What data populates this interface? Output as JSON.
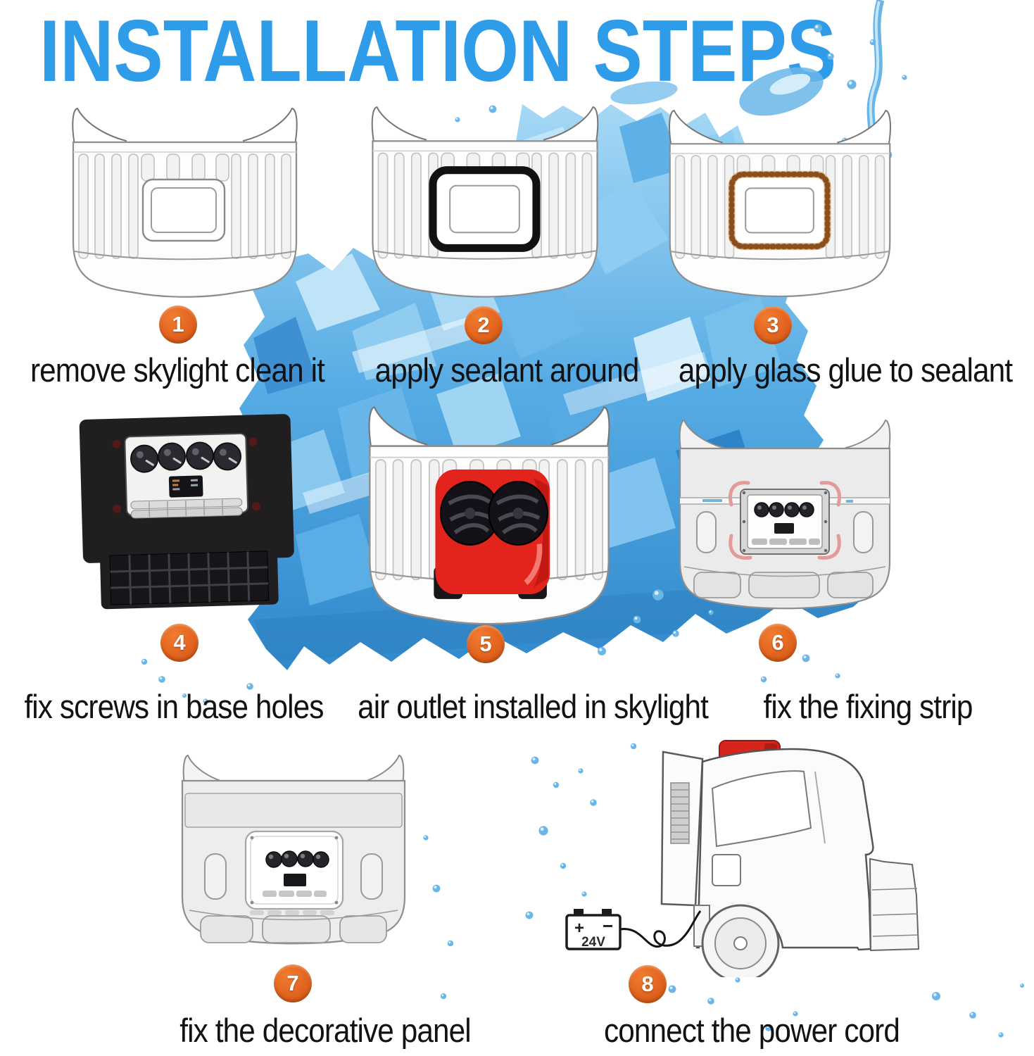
{
  "title": "INSTALLATION STEPS",
  "steps": [
    {
      "number": "1",
      "caption": "remove skylight clean it"
    },
    {
      "number": "2",
      "caption": "apply sealant around"
    },
    {
      "number": "3",
      "caption": "apply glass glue to sealant"
    },
    {
      "number": "4",
      "caption": "fix screws in base holes"
    },
    {
      "number": "5",
      "caption": "air outlet installed in skylight"
    },
    {
      "number": "6",
      "caption": "fix the fixing strip"
    },
    {
      "number": "7",
      "caption": "fix the decorative panel"
    },
    {
      "number": "8",
      "caption": "connect the power cord"
    }
  ],
  "battery": {
    "plus_sign": "+",
    "minus_sign": "−",
    "voltage_label": "24V"
  },
  "colors": {
    "title_blue": "#2F9CE9",
    "badge_orange": "#E2641E",
    "ac_unit_red": "#E02520",
    "sealant_black": "#111111",
    "glue_orange": "#8A4F1D",
    "ice_blue": "#57ACE4"
  }
}
